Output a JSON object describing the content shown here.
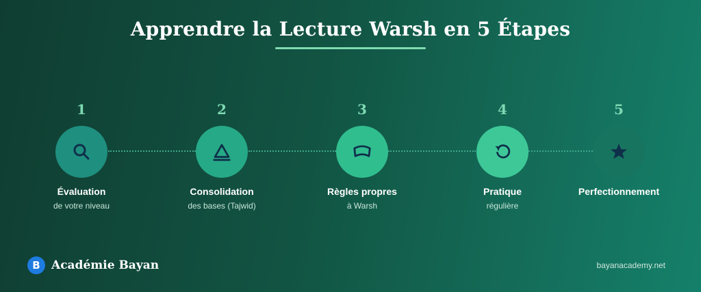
{
  "title": "Apprendre la Lecture Warsh en 5 Étapes",
  "colors": {
    "accent": "#7fdcb1",
    "icon": "#0f2f4a",
    "circle_1": "#1f8f7f",
    "circle_2": "#26a986",
    "circle_3": "#31be8f",
    "circle_4": "#3ec898",
    "circle_5": "#17755f"
  },
  "steps": [
    {
      "number": "1",
      "label": "Évaluation",
      "sub": "de votre niveau",
      "icon": "search-icon"
    },
    {
      "number": "2",
      "label": "Consolidation",
      "sub": "des bases (Tajwid)",
      "icon": "triangle-icon"
    },
    {
      "number": "3",
      "label": "Règles propres",
      "sub": "à Warsh",
      "icon": "book-icon"
    },
    {
      "number": "4",
      "label": "Pratique",
      "sub": "régulière",
      "icon": "refresh-icon"
    },
    {
      "number": "5",
      "label": "Perfectionnement",
      "sub": "",
      "icon": "star-icon"
    }
  ],
  "footer": {
    "logo_letter": "B",
    "brand": "Académie Bayan",
    "website": "bayanacademy.net"
  }
}
